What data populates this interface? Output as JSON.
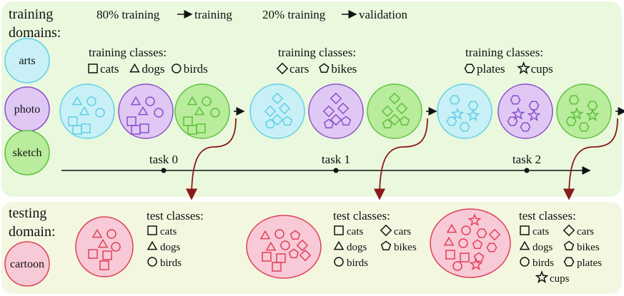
{
  "training_panel": {
    "heading_line1": "training",
    "heading_line2": "domains:",
    "split_train": "80% training",
    "split_train_target": "training",
    "split_val": "20% training",
    "split_val_target": "validation",
    "domains": [
      {
        "label": "arts",
        "fill": "#c9f0f6",
        "stroke": "#5fd0e6"
      },
      {
        "label": "photo",
        "fill": "#e0c8f5",
        "stroke": "#8a4fc8"
      },
      {
        "label": "sketch",
        "fill": "#b9ec9c",
        "stroke": "#5cc23a"
      }
    ],
    "panel_fill": "#eaf8de",
    "tasks": [
      {
        "label": "task 0",
        "classes_heading": "training classes:",
        "classes": [
          "cats",
          "dogs",
          "birds"
        ]
      },
      {
        "label": "task 1",
        "classes_heading": "training classes:",
        "classes": [
          "cars",
          "bikes"
        ]
      },
      {
        "label": "task 2",
        "classes_heading": "training classes:",
        "classes": [
          "plates",
          "cups"
        ]
      }
    ]
  },
  "testing_panel": {
    "heading_line1": "testing",
    "heading_line2": "domain:",
    "domain": {
      "label": "cartoon",
      "fill": "#f8c9d6",
      "stroke": "#e0405a"
    },
    "panel_fill": "#f3f7e0",
    "arrow_color": "#8b1a1a",
    "tests": [
      {
        "heading": "test classes:",
        "classes": [
          "cats",
          "dogs",
          "birds"
        ]
      },
      {
        "heading": "test classes:",
        "classes": [
          "cats",
          "dogs",
          "birds",
          "cars",
          "bikes"
        ]
      },
      {
        "heading": "test classes:",
        "classes": [
          "cats",
          "cars",
          "dogs",
          "bikes",
          "birds",
          "plates",
          "cups"
        ]
      }
    ]
  }
}
